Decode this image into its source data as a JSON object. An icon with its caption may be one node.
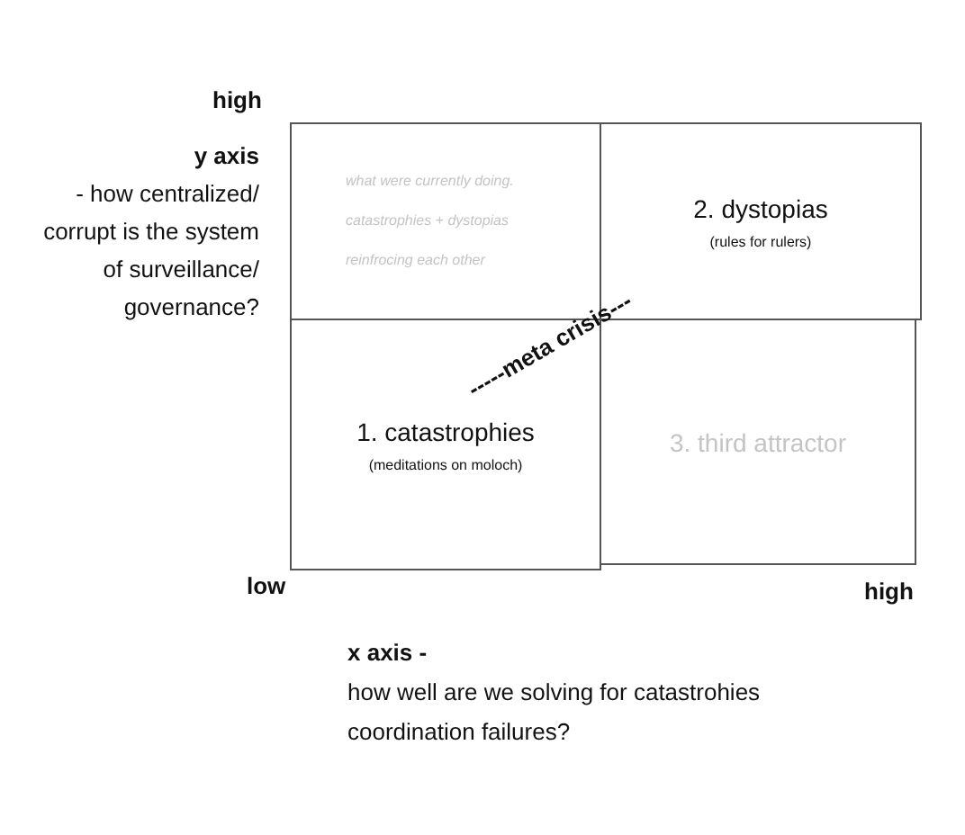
{
  "diagram": {
    "nodes": [
      {
        "text": [
          "what were currently doing. catastrophies + dystopias reinfrocing each other"
        ]
      },
      {
        "text": [
          "2. dystopias",
          "(rules for rulers)"
        ]
      },
      {
        "text": [
          "1. catastrophies",
          "(meditations on moloch)"
        ]
      },
      {
        "text": [
          "3. third attractor"
        ]
      }
    ],
    "labels": [
      "high",
      "y axis",
      "- how centralized/ corrupt is the system of surveillance/ governance?",
      "-----meta crisis---",
      "low",
      "high",
      "x axis -",
      "how well are we solving for catastrohies coordination failures?"
    ]
  }
}
